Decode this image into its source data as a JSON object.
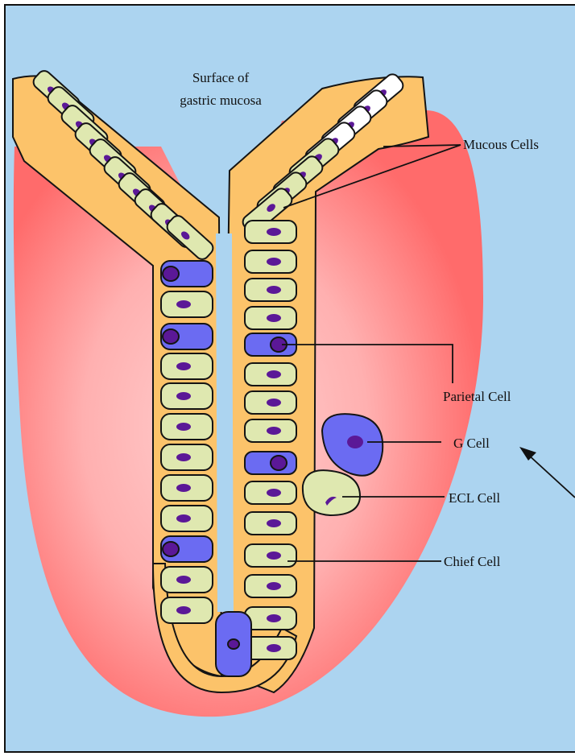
{
  "colors": {
    "background": "#acd4f0",
    "frame": "#111111",
    "tissue_outer": "#ff6b6b",
    "tissue_inner": "#ffb3b3",
    "epithelium": "#fcc36a",
    "cell_green": "#dfe8b0",
    "cell_white": "#ffffff",
    "cell_blue": "#6b6bf2",
    "nucleus": "#5b1897",
    "outline": "#141414"
  },
  "labels": {
    "surface_line1": "Surface of",
    "surface_line2": "gastric mucosa",
    "mucous": "Mucous Cells",
    "parietal": "Parietal Cell",
    "g_cell": "G Cell",
    "ecl": "ECL Cell",
    "chief": "Chief Cell"
  },
  "icons": {
    "arrow": "arrow-pointer-icon",
    "nucleus": "nucleus-icon"
  }
}
